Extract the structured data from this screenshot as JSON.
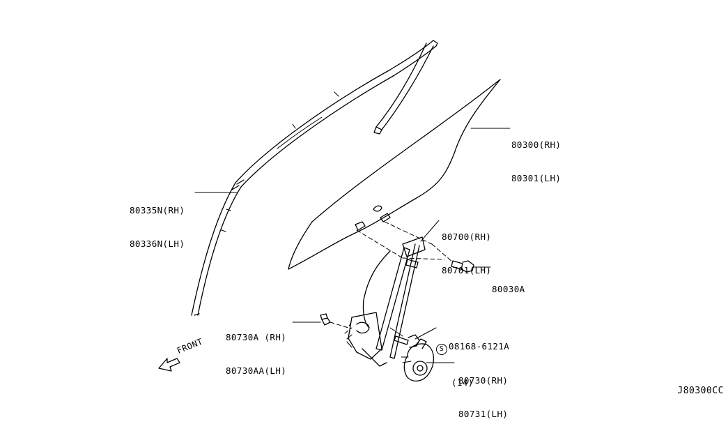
{
  "diagram": {
    "code": "J80300CC",
    "front_label": "FRONT",
    "callouts": {
      "glass": [
        "80300(RH)",
        "80301(LH)"
      ],
      "sash_run": [
        "80335N(RH)",
        "80336N(LH)"
      ],
      "regulator": [
        "80700(RH)",
        "80701(LH)"
      ],
      "bolt": [
        "80030A"
      ],
      "grommet": [
        "80730A (RH)",
        "80730AA(LH)"
      ],
      "screw_part": "08168-6121A",
      "screw_qty": "(14)",
      "screw_symbol": "S",
      "motor": [
        "80730(RH)",
        "80731(LH)"
      ]
    }
  }
}
